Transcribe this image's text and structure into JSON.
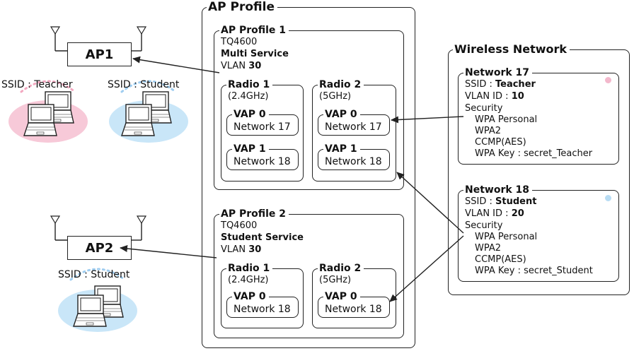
{
  "ap_profile": {
    "title": "AP Profile",
    "profile1": {
      "name": "AP Profile 1",
      "model": "TQ4600",
      "service": "Multi Service",
      "vlan_label": "VLAN",
      "vlan_value": "30",
      "radio1": {
        "name": "Radio 1",
        "band": "(2.4GHz)",
        "vaps": [
          {
            "name": "VAP 0",
            "network": "Network 17"
          },
          {
            "name": "VAP 1",
            "network": "Network 18"
          }
        ]
      },
      "radio2": {
        "name": "Radio 2",
        "band": "(5GHz)",
        "vaps": [
          {
            "name": "VAP 0",
            "network": "Network 17"
          },
          {
            "name": "VAP 1",
            "network": "Network 18"
          }
        ]
      }
    },
    "profile2": {
      "name": "AP Profile 2",
      "model": "TQ4600",
      "service": "Student Service",
      "vlan_label": "VLAN",
      "vlan_value": "30",
      "radio1": {
        "name": "Radio 1",
        "band": "(2.4GHz)",
        "vaps": [
          {
            "name": "VAP 0",
            "network": "Network 18"
          }
        ]
      },
      "radio2": {
        "name": "Radio 2",
        "band": "(5GHz)",
        "vaps": [
          {
            "name": "VAP 0",
            "network": "Network 18"
          }
        ]
      }
    }
  },
  "wireless_network": {
    "title": "Wireless Network",
    "networks": [
      {
        "name": "Network 17",
        "ssid_label": "SSID : ",
        "ssid": "Teacher",
        "vlan_label": "VLAN ID : ",
        "vlan": "10",
        "security_label": "Security",
        "auth": "WPA Personal",
        "wpa": "WPA2",
        "cipher": "CCMP(AES)",
        "key": "WPA Key : secret_Teacher",
        "dot_color": "#f3b8cc"
      },
      {
        "name": "Network 18",
        "ssid_label": "SSID : ",
        "ssid": "Student",
        "vlan_label": "VLAN ID : ",
        "vlan": "20",
        "security_label": "Security",
        "auth": "WPA Personal",
        "wpa": "WPA2",
        "cipher": "CCMP(AES)",
        "key": "WPA Key : secret_Student",
        "dot_color": "#b8dcf3"
      }
    ]
  },
  "access_points": [
    {
      "name": "AP1",
      "ssids": [
        "SSID : Teacher",
        "SSID : Student"
      ]
    },
    {
      "name": "AP2",
      "ssids": [
        "SSID : Student"
      ]
    }
  ],
  "colors": {
    "teacher_bg": "#f7c9d8",
    "student_bg": "#c9e6f8",
    "line": "#222222"
  }
}
